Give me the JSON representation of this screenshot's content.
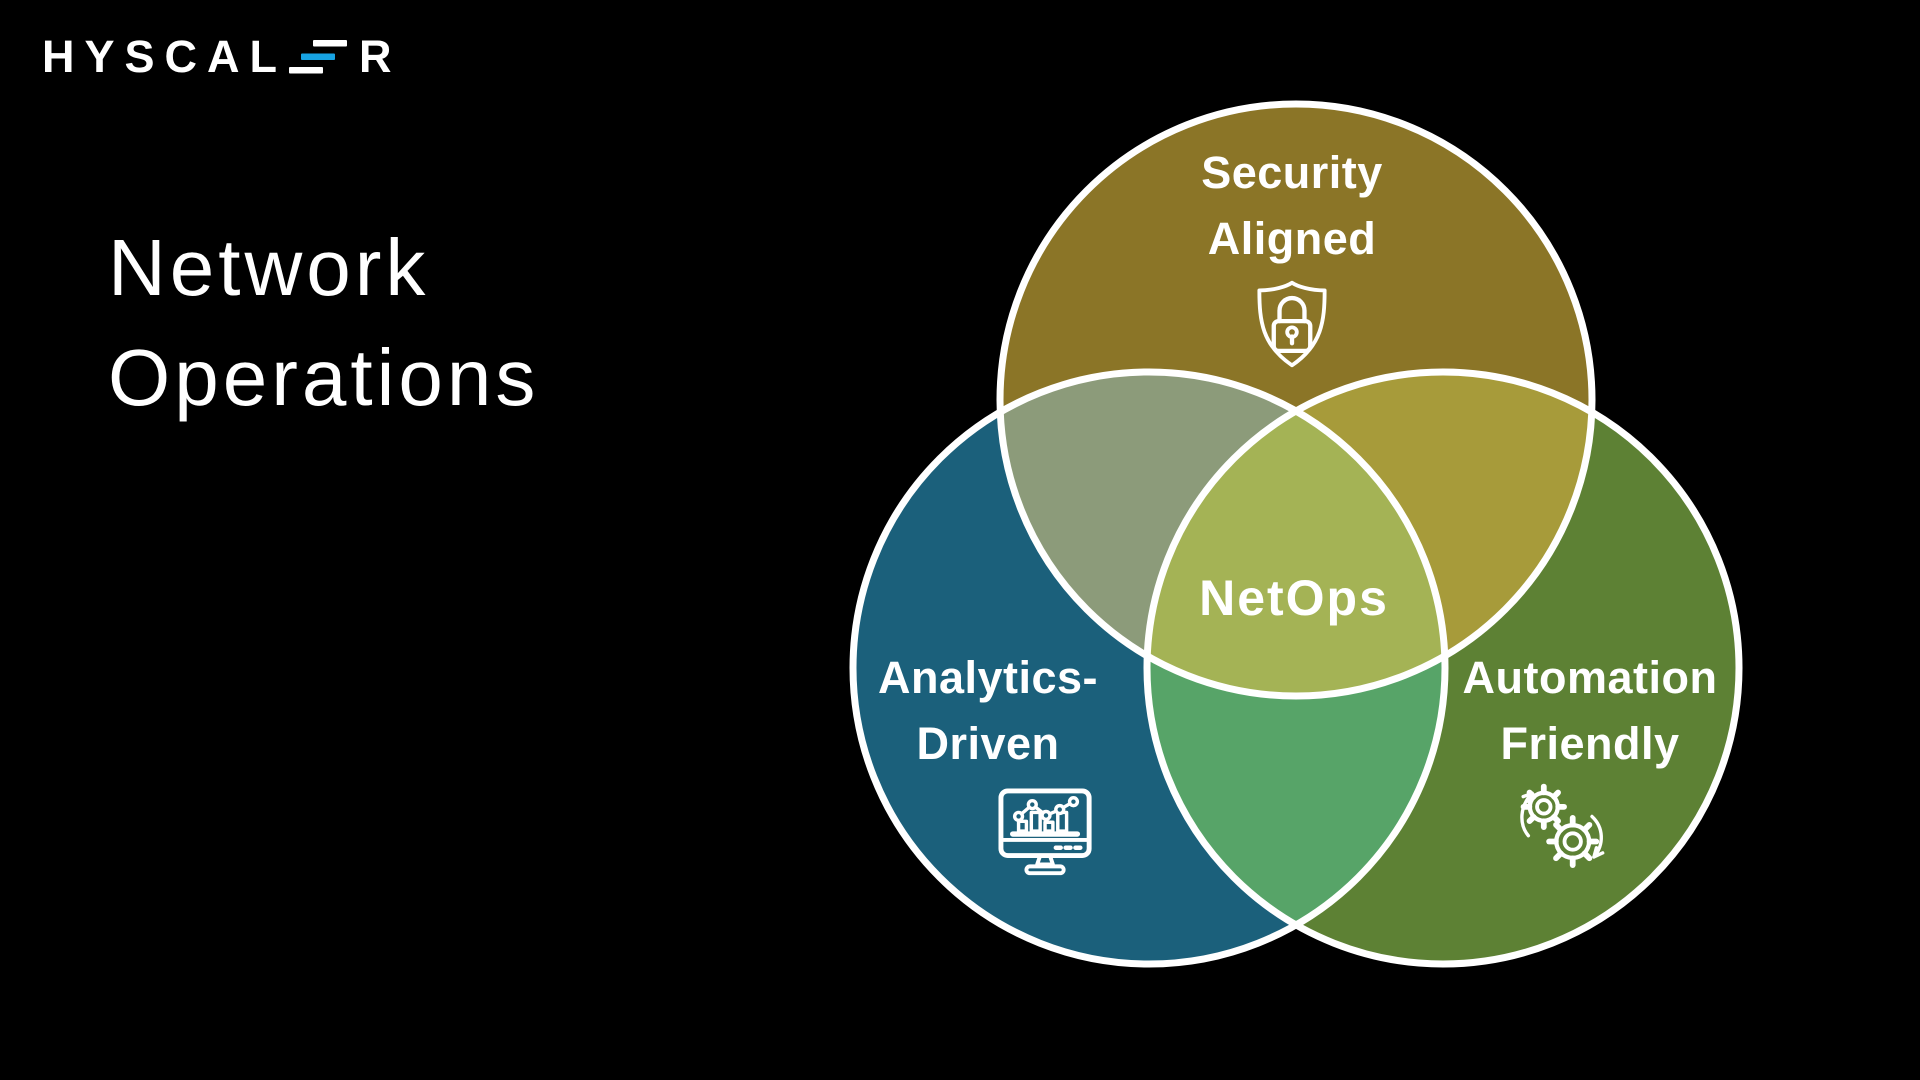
{
  "background_color": "#000000",
  "brand": {
    "name_prefix": "HYSCAL",
    "name_suffix": "R",
    "letter_color": "#ffffff",
    "accent_color": "#17a3e3"
  },
  "title": {
    "lines": [
      "Network",
      "Operations"
    ]
  },
  "venn": {
    "center_label": "NetOps",
    "stroke_color": "#ffffff",
    "circles": {
      "security": {
        "label_lines": [
          "Security",
          "Aligned"
        ],
        "icon": "shield-lock-icon",
        "color": "#8b7527"
      },
      "analytics": {
        "label_lines": [
          "Analytics-",
          "Driven"
        ],
        "icon": "analytics-monitor-icon",
        "color": "#1b607b"
      },
      "automation": {
        "label_lines": [
          "Automation",
          "Friendly"
        ],
        "icon": "automation-gears-icon",
        "color": "#5d8134"
      }
    },
    "overlap_colors": {
      "security_analytics": "#8c9b7a",
      "security_automation": "#a79b3a",
      "analytics_automation": "#57a468",
      "center": "#a4b355"
    }
  }
}
